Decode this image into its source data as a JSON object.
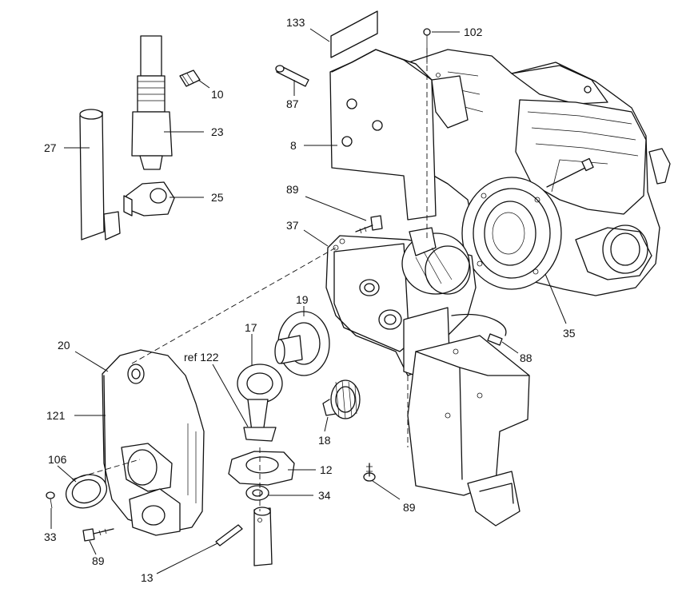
{
  "diagram": {
    "callouts": [
      {
        "id": "133",
        "text": "133"
      },
      {
        "id": "102",
        "text": "102"
      },
      {
        "id": "10",
        "text": "10"
      },
      {
        "id": "87",
        "text": "87"
      },
      {
        "id": "27",
        "text": "27"
      },
      {
        "id": "23",
        "text": "23"
      },
      {
        "id": "8",
        "text": "8"
      },
      {
        "id": "25",
        "text": "25"
      },
      {
        "id": "89a",
        "text": "89"
      },
      {
        "id": "37",
        "text": "37"
      },
      {
        "id": "19",
        "text": "19"
      },
      {
        "id": "17",
        "text": "17"
      },
      {
        "id": "20",
        "text": "20"
      },
      {
        "id": "ref122",
        "text": "ref 122"
      },
      {
        "id": "35",
        "text": "35"
      },
      {
        "id": "88",
        "text": "88"
      },
      {
        "id": "121",
        "text": "121"
      },
      {
        "id": "18",
        "text": "18"
      },
      {
        "id": "106",
        "text": "106"
      },
      {
        "id": "12",
        "text": "12"
      },
      {
        "id": "34",
        "text": "34"
      },
      {
        "id": "89b",
        "text": "89"
      },
      {
        "id": "33",
        "text": "33"
      },
      {
        "id": "89c",
        "text": "89"
      },
      {
        "id": "13",
        "text": "13"
      }
    ]
  }
}
